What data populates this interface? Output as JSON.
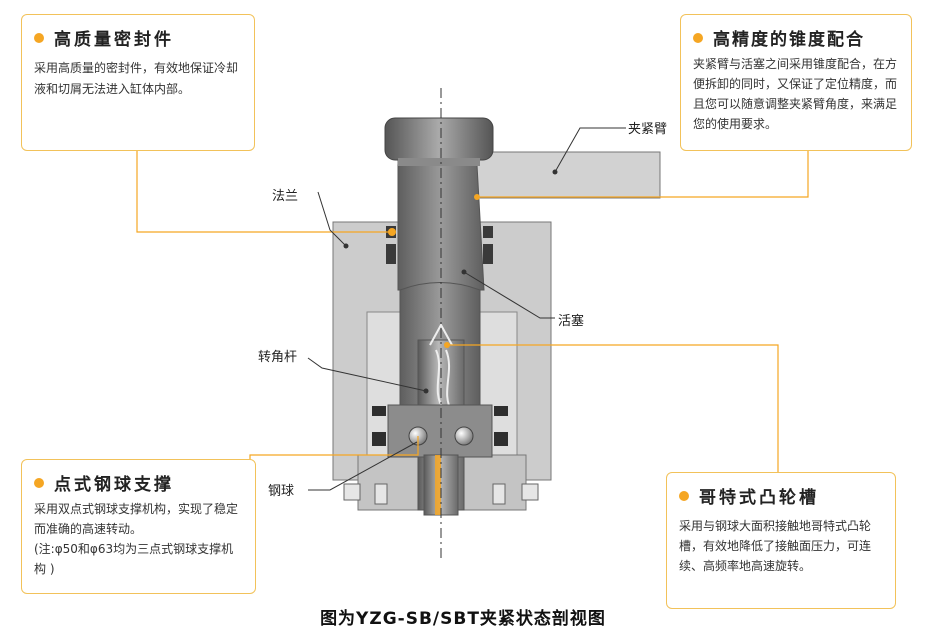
{
  "callouts": {
    "seal": {
      "title": "高质量密封件",
      "body": "采用高质量的密封件，有效地保证冷却液和切屑无法进入缸体内部。"
    },
    "taper": {
      "title": "高精度的锥度配合",
      "body": "夹紧臂与活塞之间采用锥度配合，在方便拆卸的同时，又保证了定位精度，而且您可以随意调整夹紧臂角度，来满足您的使用要求。"
    },
    "ball_support": {
      "title": "点式钢球支撑",
      "body": "采用双点式钢球支撑机构，实现了稳定而准确的高速转动。",
      "note": "(注:φ50和φ63均为三点式钢球支撑机构 )"
    },
    "cam_groove": {
      "title": "哥特式凸轮槽",
      "body": "采用与钢球大面积接触地哥特式凸轮槽，有效地降低了接触面压力，可连续、高频率地高速旋转。"
    }
  },
  "labels": {
    "clamp_arm": "夹紧臂",
    "flange": "法兰",
    "piston": "活塞",
    "rotating_rod": "转角杆",
    "steel_ball": "钢球"
  },
  "caption": "图为YZG-SB/SBT夹紧状态剖视图",
  "colors": {
    "accent": "#f5a623",
    "border": "#f2c25a",
    "body_gray": "#cfcfcf",
    "dark_gray": "#6b6b6b"
  }
}
